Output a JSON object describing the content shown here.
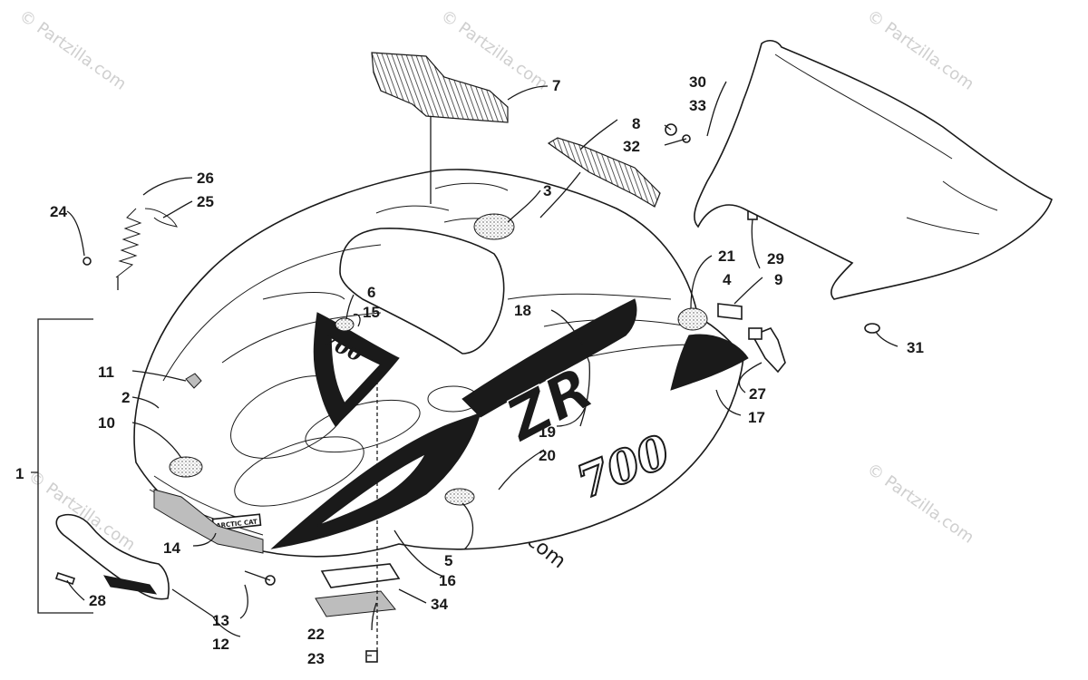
{
  "watermarks": {
    "corner": "© Partzilla.com",
    "center": "© Partzilla.com"
  },
  "callouts": [
    {
      "id": "c1",
      "label": "1"
    },
    {
      "id": "c2",
      "label": "2"
    },
    {
      "id": "c3",
      "label": "3"
    },
    {
      "id": "c4",
      "label": "4"
    },
    {
      "id": "c5",
      "label": "5"
    },
    {
      "id": "c6",
      "label": "6"
    },
    {
      "id": "c7",
      "label": "7"
    },
    {
      "id": "c8",
      "label": "8"
    },
    {
      "id": "c9",
      "label": "9"
    },
    {
      "id": "c10",
      "label": "10"
    },
    {
      "id": "c11",
      "label": "11"
    },
    {
      "id": "c12",
      "label": "12"
    },
    {
      "id": "c13",
      "label": "13"
    },
    {
      "id": "c14",
      "label": "14"
    },
    {
      "id": "c15",
      "label": "15"
    },
    {
      "id": "c16",
      "label": "16"
    },
    {
      "id": "c17",
      "label": "17"
    },
    {
      "id": "c18",
      "label": "18"
    },
    {
      "id": "c19",
      "label": "19"
    },
    {
      "id": "c20",
      "label": "20"
    },
    {
      "id": "c21",
      "label": "21"
    },
    {
      "id": "c22",
      "label": "22"
    },
    {
      "id": "c23",
      "label": "23"
    },
    {
      "id": "c24",
      "label": "24"
    },
    {
      "id": "c25",
      "label": "25"
    },
    {
      "id": "c26",
      "label": "26"
    },
    {
      "id": "c27",
      "label": "27"
    },
    {
      "id": "c28",
      "label": "28"
    },
    {
      "id": "c29",
      "label": "29"
    },
    {
      "id": "c30",
      "label": "30"
    },
    {
      "id": "c31",
      "label": "31"
    },
    {
      "id": "c32",
      "label": "32"
    },
    {
      "id": "c33",
      "label": "33"
    },
    {
      "id": "c34",
      "label": "34"
    }
  ],
  "decals": {
    "hood_logo": "700",
    "side_logo": "700",
    "side_graphic": "ZR",
    "badge": "ARCTIC CAT"
  },
  "colors": {
    "line": "#1a1a1a",
    "watermark": "#cfcfcf",
    "background": "#ffffff"
  }
}
